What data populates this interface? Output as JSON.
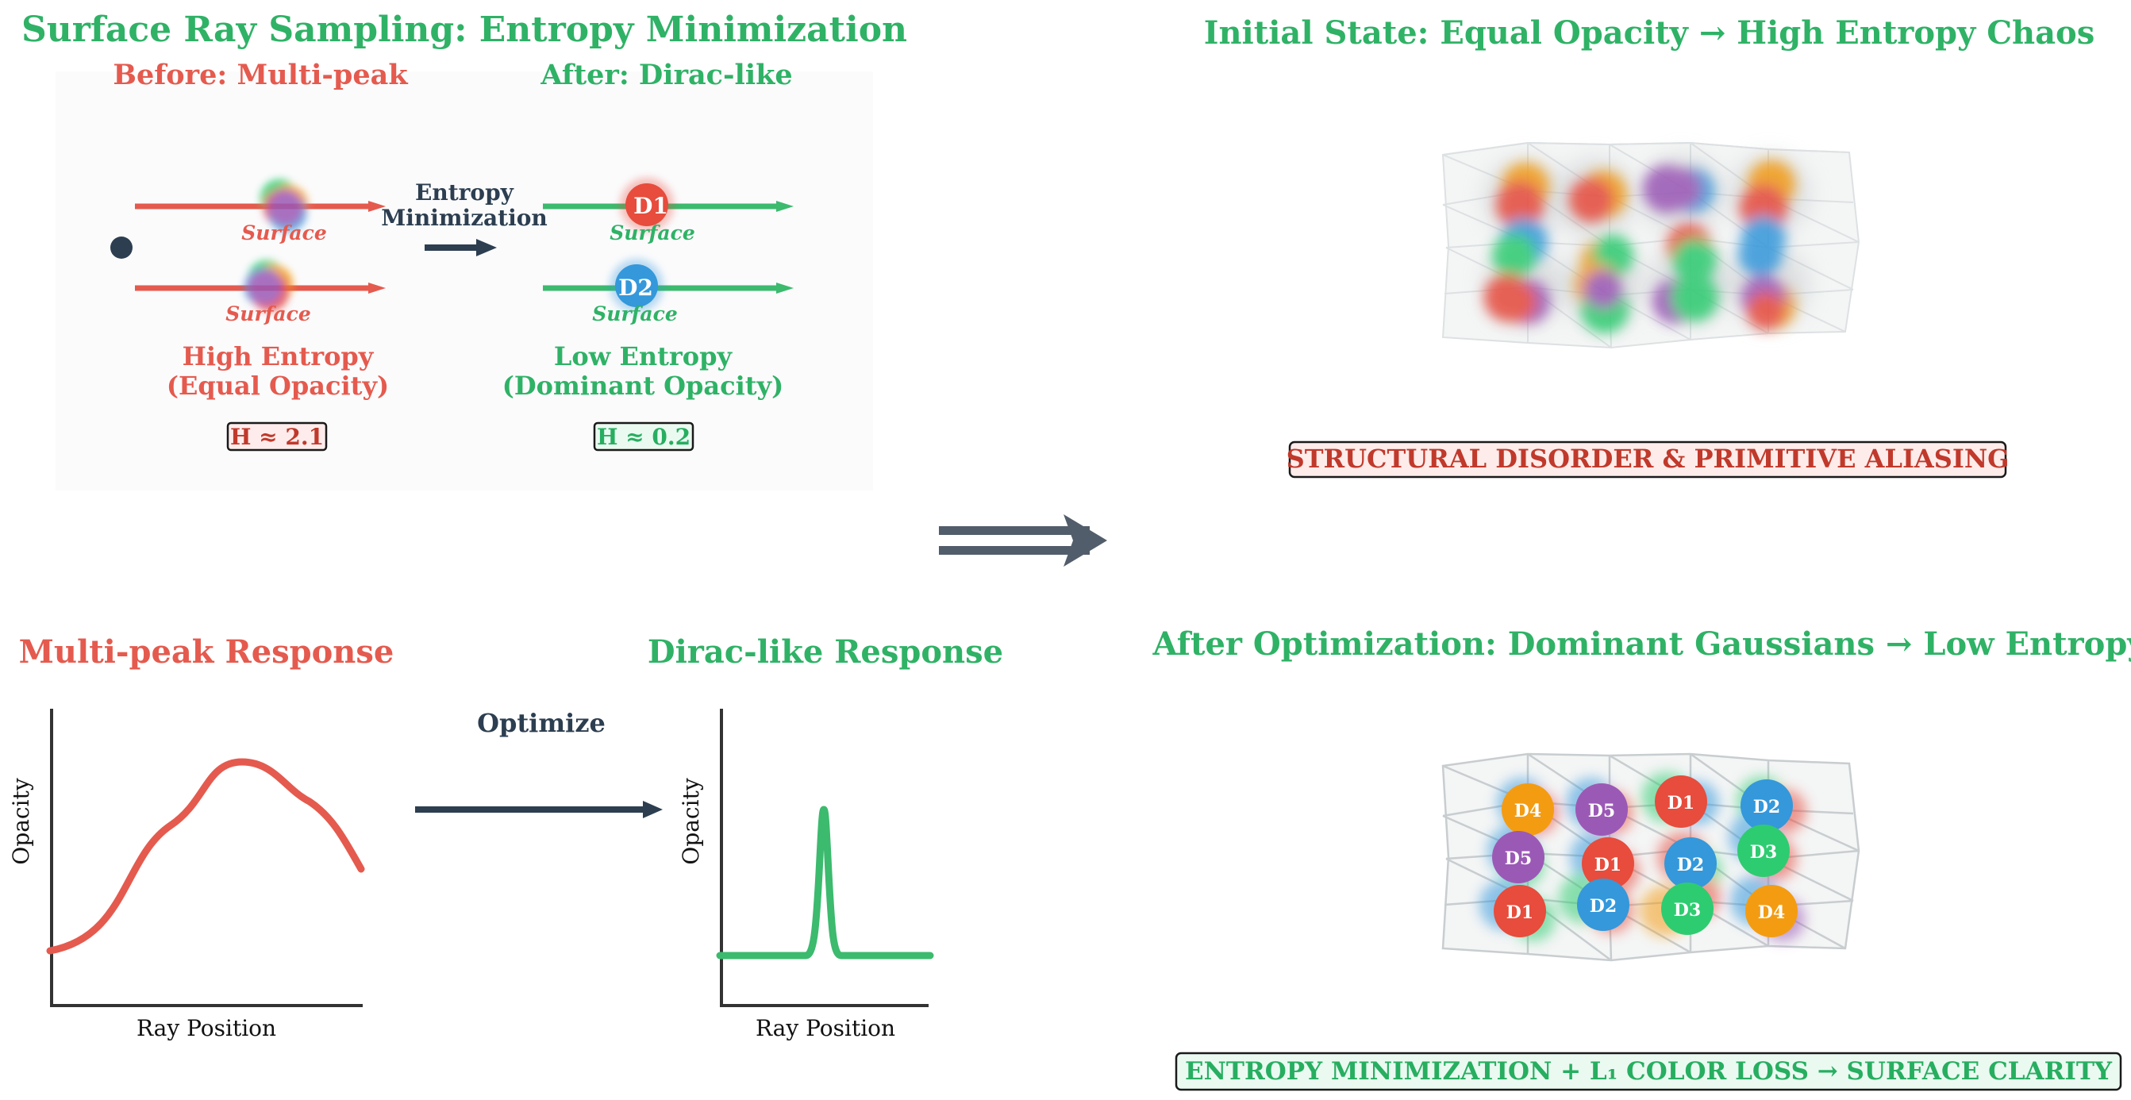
{
  "colors": {
    "red": "#e55a4e",
    "green": "#2fb266",
    "dark": "#2c3e50",
    "gray_arrow": "#525d6b",
    "gauss_red": "#e74c3c",
    "gauss_orange": "#f39c12",
    "gauss_blue": "#3498db",
    "gauss_green": "#2ecc71",
    "gauss_purple": "#9b59b6"
  },
  "top_left": {
    "title": "Surface Ray Sampling: Entropy Minimization",
    "before_heading": "Before: Multi-peak",
    "after_heading": "After: Dirac-like",
    "surface_label": "Surface",
    "arrow_label_line1": "Entropy",
    "arrow_label_line2": "Minimization",
    "d1_label": "D1",
    "d2_label": "D2",
    "before_caption_line1": "High Entropy",
    "before_caption_line2": "(Equal Opacity)",
    "after_caption_line1": "Low Entropy",
    "after_caption_line2": "(Dominant Opacity)",
    "before_entropy": "H ≈ 2.1",
    "after_entropy": "H ≈ 0.2"
  },
  "top_right": {
    "title": "Initial State: Equal Opacity → High Entropy Chaos",
    "banner": "STRUCTURAL DISORDER & PRIMITIVE ALIASING"
  },
  "bottom_left": {
    "left_title": "Multi-peak Response",
    "right_title": "Dirac-like Response",
    "optimize_label": "Optimize",
    "y_label": "Opacity",
    "x_label": "Ray Position"
  },
  "bottom_right": {
    "title": "After Optimization: Dominant Gaussians → Low Entropy",
    "banner": "ENTROPY MINIMIZATION + L₁ COLOR LOSS → SURFACE CLARITY",
    "dominant_labels": [
      "D4",
      "D5",
      "D1",
      "D2",
      "D5",
      "D1",
      "D2",
      "D3",
      "D1",
      "D2",
      "D3",
      "D4"
    ]
  }
}
